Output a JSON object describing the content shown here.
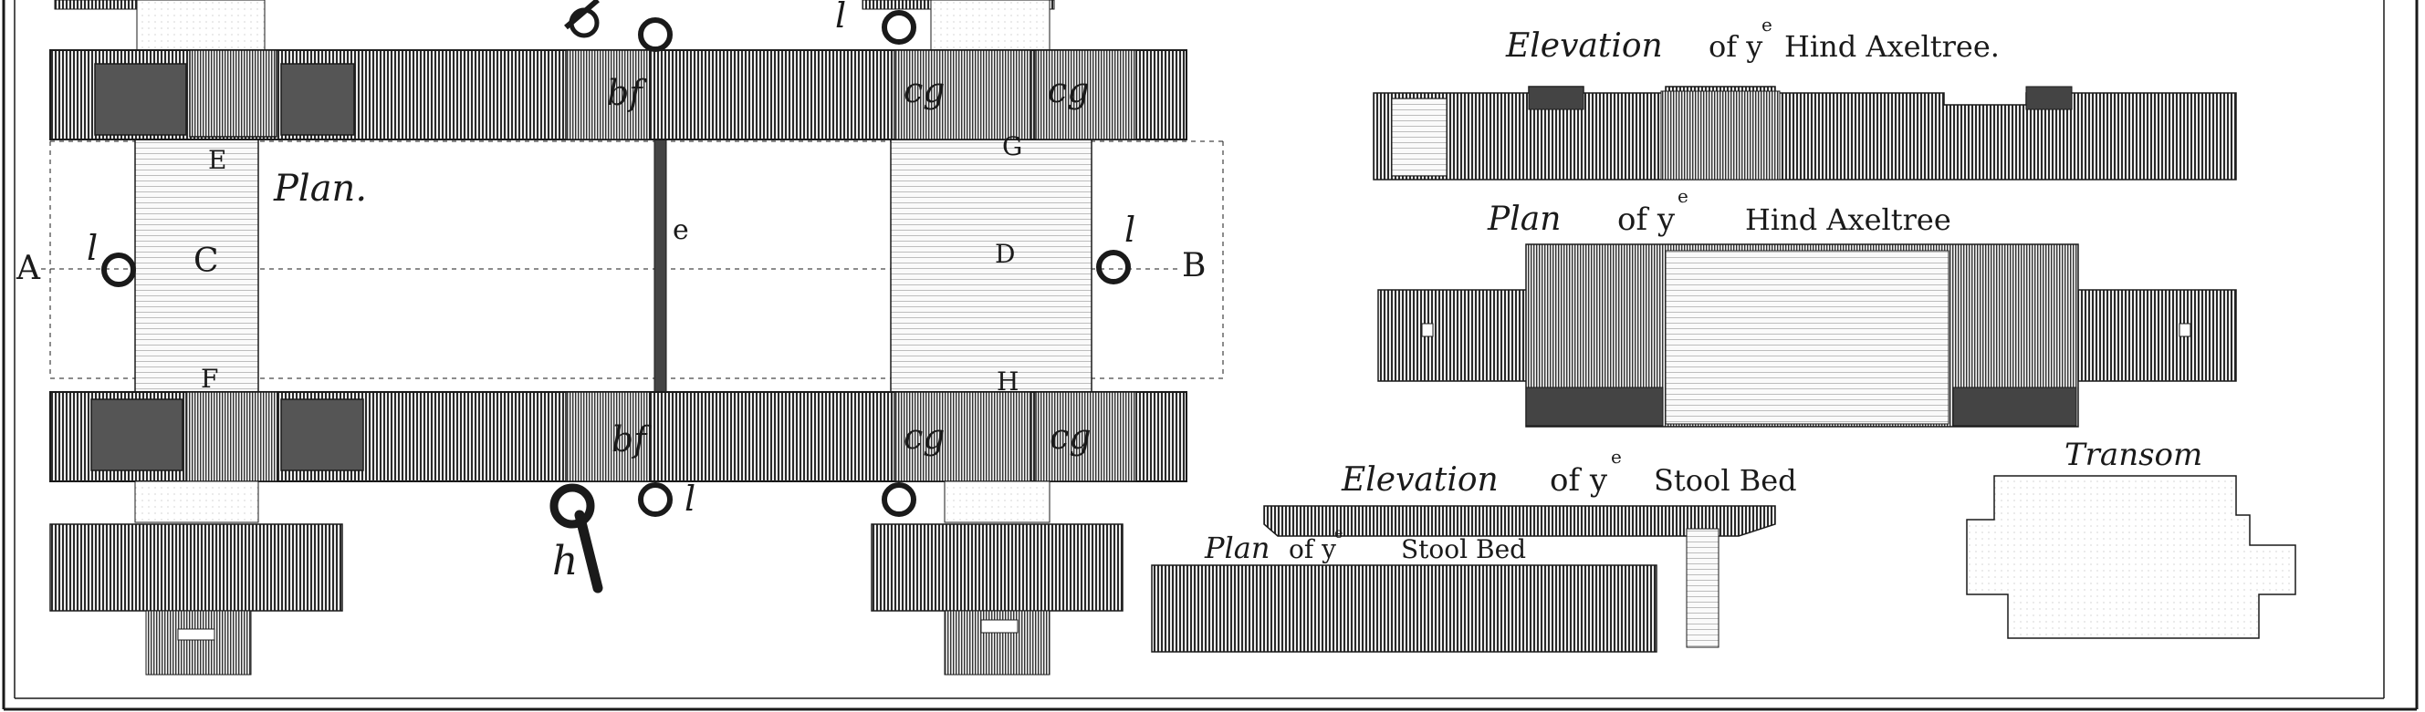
{
  "titles": {
    "plan": "Plan.",
    "hind_elev_a": "Elevation",
    "hind_elev_b": "of y",
    "hind_elev_sup": "e",
    "hind_elev_c": "Hind Axeltree.",
    "hind_plan_a": "Plan",
    "hind_plan_b": "of y",
    "hind_plan_sup": "e",
    "hind_plan_c": "Hind Axeltree",
    "stool_elev_a": "Elevation",
    "stool_elev_b": "of y",
    "stool_elev_sup": "e",
    "stool_elev_c": "Stool Bed",
    "stool_plan_a": "Plan",
    "stool_plan_b": "of y",
    "stool_plan_sup": "e",
    "stool_plan_c": "Stool Bed",
    "transom": "Transom"
  },
  "letters": {
    "A": "A",
    "B": "B",
    "C": "C",
    "D": "D",
    "E": "E",
    "F": "F",
    "G": "G",
    "H": "H",
    "e": "e",
    "h": "h",
    "l1": "l",
    "l2": "l",
    "l3": "l",
    "l4": "l",
    "bf1": "bf",
    "bf2": "bf",
    "cg1": "cg",
    "cg2": "cg",
    "cg3": "cg",
    "cg4": "cg"
  },
  "colors": {
    "ink": "#1a1a1a",
    "paper": "#ffffff",
    "wood_light": "#d9d9d9"
  }
}
